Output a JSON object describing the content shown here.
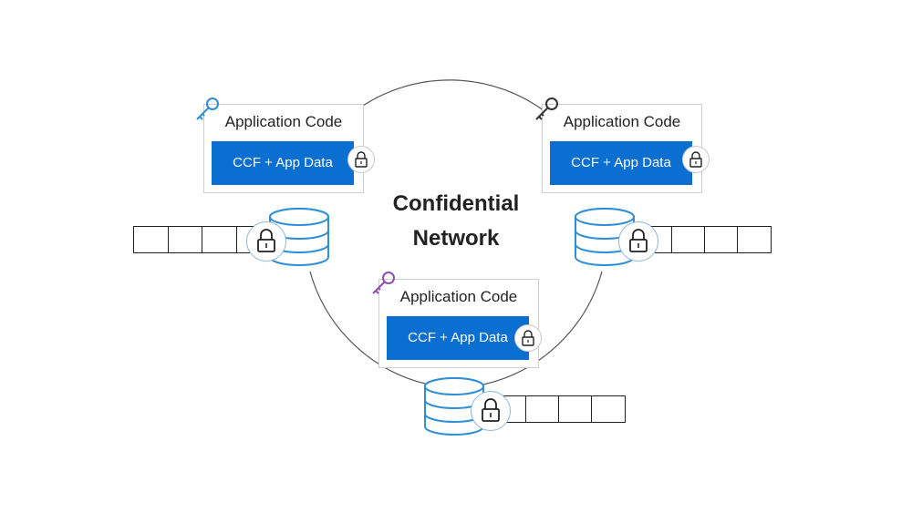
{
  "network_title_line1": "Confidential",
  "network_title_line2": "Network",
  "nodes": [
    {
      "app_code": "Application Code",
      "data_label": "CCF + App Data",
      "key_color": "#2f8fd6"
    },
    {
      "app_code": "Application Code",
      "data_label": "CCF + App Data",
      "key_color": "#333333"
    },
    {
      "app_code": "Application Code",
      "data_label": "CCF + App Data",
      "key_color": "#8a4fb8"
    }
  ],
  "colors": {
    "accent_blue": "#0a6fd0",
    "disk_blue": "#2f8fd6",
    "line": "#555555"
  }
}
